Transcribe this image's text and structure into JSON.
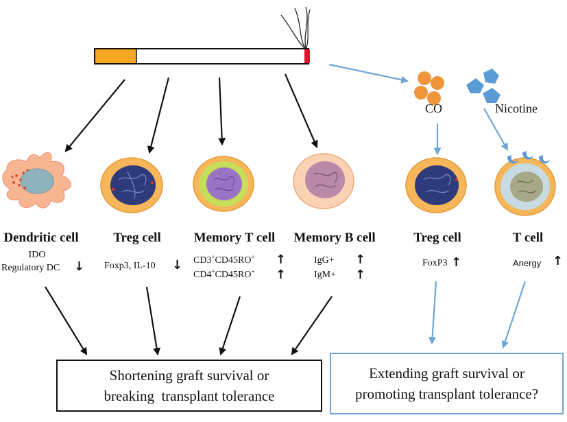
{
  "colors": {
    "black_arrow": "#111111",
    "blue_arrow": "#6fa6d6",
    "cigarette_filter": "#f5a623",
    "cigarette_tip": "#e8112d",
    "co_particle": "#f0953a",
    "nicotine_particle": "#5b9bd5",
    "cell_orange": "#f6b65a",
    "nucleus_navy": "#2f3a7a",
    "memory_t_green": "#c6de5a",
    "memory_t_nucleus": "#9a74c4",
    "memory_b_peach": "#f9d3b4",
    "memory_b_nucleus": "#b98aa8",
    "dendritic": "#f8b592",
    "dendritic_nucleus": "#8fb3bc",
    "t_cell_nucleus": "#c8dbe3",
    "box_black": "#111111",
    "box_blue": "#6fa6d6"
  },
  "icons": {
    "cigarette": "cigarette-icon",
    "smoke": "smoke-icon",
    "co": "co-molecule-icon",
    "nicotine": "nicotine-molecule-icon",
    "receptor": "receptor-icon"
  },
  "labels": {
    "co": "CO",
    "nicotine": "Nicotine"
  },
  "cells": {
    "dendritic": {
      "name": "Dendritic cell",
      "line1": "IDO",
      "line2": "Regulatory DC",
      "arrow": "↓"
    },
    "treg_left": {
      "name": "Treg cell",
      "marker": "Foxp3, IL-10",
      "arrow": "↓"
    },
    "memory_t": {
      "name": "Memory T cell",
      "marker1_a": "CD3",
      "marker1_b": "+",
      "marker1_c": "CD45RO",
      "marker1_d": "+",
      "marker2_a": "CD4",
      "marker2_b": "+",
      "marker2_c": "CD45RO",
      "marker2_d": "+",
      "arrow1": "↑",
      "arrow2": "↑"
    },
    "memory_b": {
      "name": "Memory B cell",
      "marker1": "IgG+",
      "marker2": "IgM+",
      "arrow1": "↑",
      "arrow2": "↑"
    },
    "treg_right": {
      "name": "Treg cell",
      "marker": "FoxP3",
      "arrow": "↑"
    },
    "t_cell": {
      "name": "T cell",
      "marker": "Anergy",
      "arrow": "↑"
    }
  },
  "outcomes": {
    "shortening": {
      "line1": "Shortening graft survival or",
      "line2": "breaking  transplant tolerance"
    },
    "extending": {
      "line1": "Extending graft survival or",
      "line2": "promoting transplant tolerance?"
    }
  }
}
